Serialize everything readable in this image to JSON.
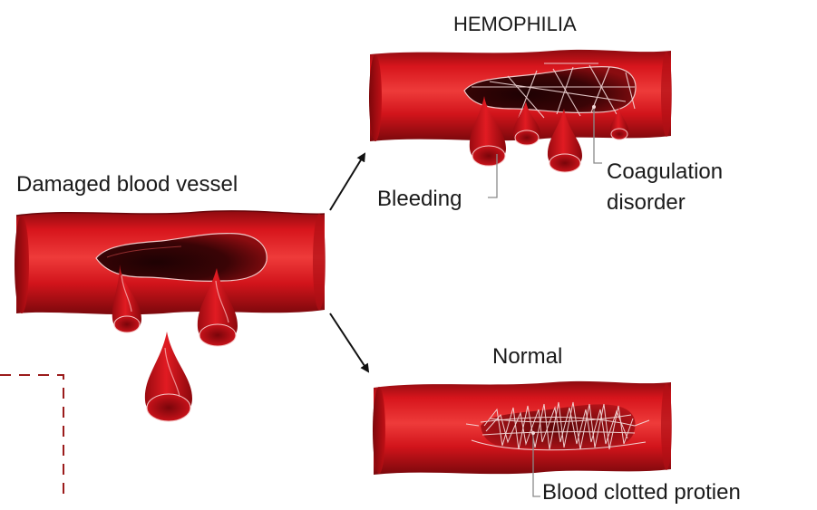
{
  "title": "HEMOPHILIA",
  "labels": {
    "damaged_vessel": "Damaged blood vessel",
    "bleeding": "Bleeding",
    "coagulation_line1": "Coagulation",
    "coagulation_line2": "disorder",
    "normal": "Normal",
    "clotted": "Blood clotted protien"
  },
  "colors": {
    "vessel": "#d7151c",
    "vessel_dark": "#8e0b10",
    "wound": "#3a0406",
    "fibrin": "#f4dada",
    "leader": "#8a8a8a",
    "dashed": "#9b1b1b"
  }
}
